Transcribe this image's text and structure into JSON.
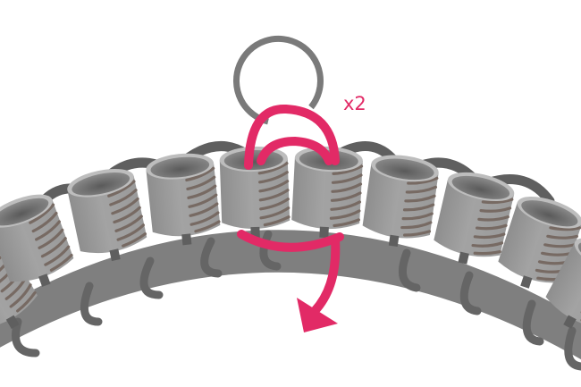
{
  "diagram": {
    "type": "jewelry-assembly-illustration",
    "annotation": {
      "multiplier_label": "x2"
    },
    "elements": {
      "jump_ring": "open gray jump ring above chain",
      "pink_ring": "pink ring threaded through two center beads",
      "arrow": "pink arrow pointing down-left indicating direction",
      "beads": "gray cylindrical coil beads linked along a curved band",
      "band": "curved gray base band"
    },
    "colors": {
      "accent_pink": "#e22a66",
      "ring_gray": "#7a7a7a",
      "bead_body": "#9b9b9b",
      "bead_top": "#b8b8b8",
      "bead_inner": "#6f6f6f",
      "coil_brown": "#7b6d66",
      "link_dark": "#5f5f5f",
      "band_gray": "#7e7e7e",
      "background": "#ffffff"
    }
  }
}
